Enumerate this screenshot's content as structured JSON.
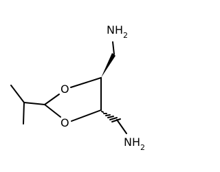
{
  "molecule": {
    "labels": {
      "o_upper": "O",
      "o_lower": "O",
      "amine_top": {
        "main": "NH",
        "sub": "2"
      },
      "amine_bottom": {
        "main": "NH",
        "sub": "2"
      }
    },
    "colors": {
      "bond": "#000000",
      "text": "#000000",
      "background": "#ffffff"
    }
  }
}
